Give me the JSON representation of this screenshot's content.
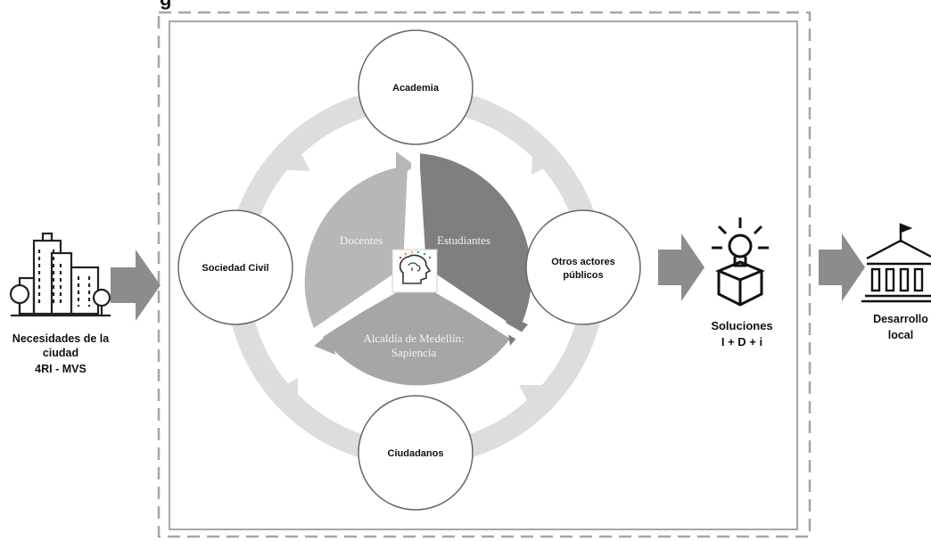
{
  "header_fragment": "g",
  "nodes": {
    "academia": "Academia",
    "otros_actores_line1": "Otros actores",
    "otros_actores_line2": "públicos",
    "ciudadanos": "Ciudadanos",
    "sociedad_civil": "Sociedad Civil"
  },
  "inner_segments": {
    "docentes": "Docentes",
    "estudiantes": "Estudiantes",
    "alcaldia_line1": "Alcaldía de Medellín:",
    "alcaldia_line2": "Sapiencia"
  },
  "left_input": {
    "line1": "Necesidades de la",
    "line2": "ciudad",
    "line3": "4RI - MVS"
  },
  "solutions": {
    "line1": "Soluciones",
    "line2": "I + D + i"
  },
  "outcome": {
    "line1": "Desarrollo",
    "line2": "local"
  },
  "icons": {
    "city": "city-buildings-icon",
    "brain": "brain-head-icon",
    "solutions": "lightbulb-box-icon",
    "outcome": "government-building-icon"
  },
  "colors": {
    "outer_ring": "#dddddd",
    "segment_light": "#b7b7b7",
    "segment_dark": "#7f7f7f",
    "segment_bottom": "#a6a6a6",
    "arrow": "#8c8c8c",
    "border": "#a6a6a6"
  }
}
